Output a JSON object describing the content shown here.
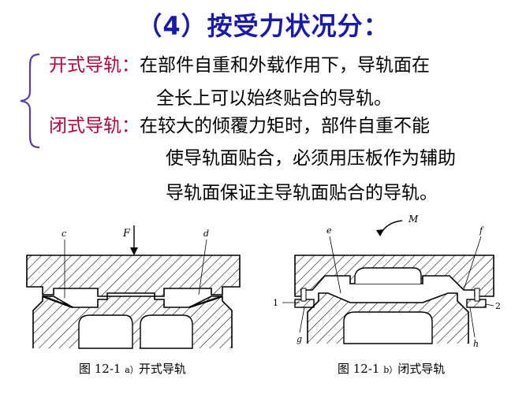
{
  "title": "（4）按受力状况分：",
  "definitions": {
    "open": {
      "term": "开式导轨：",
      "line1": "在部件自重和外载作用下，导轨面在",
      "line2": "全长上可以始终贴合的导轨。"
    },
    "closed": {
      "term": "闭式导轨：",
      "line1": "在较大的倾覆力矩时，部件自重不能",
      "line2": "使导轨面贴合，必须用压板作为辅助",
      "line3": "导轨面保证主导轨面贴合的导轨。"
    }
  },
  "figure_a": {
    "labels": {
      "c": "c",
      "F": "F",
      "d": "d"
    },
    "caption_prefix": "图 12-1",
    "caption_letter": "a）",
    "caption_text": "开式导轨"
  },
  "figure_b": {
    "labels": {
      "M": "M",
      "e": "e",
      "f": "f",
      "one": "1",
      "two": "2",
      "g": "g",
      "h": "h"
    },
    "caption_prefix": "图 12-1",
    "caption_letter": "b）",
    "caption_text": "闭式导轨"
  },
  "colors": {
    "title": "#1a1aa8",
    "term": "#b0003a",
    "brace": "#5a3fa0"
  }
}
